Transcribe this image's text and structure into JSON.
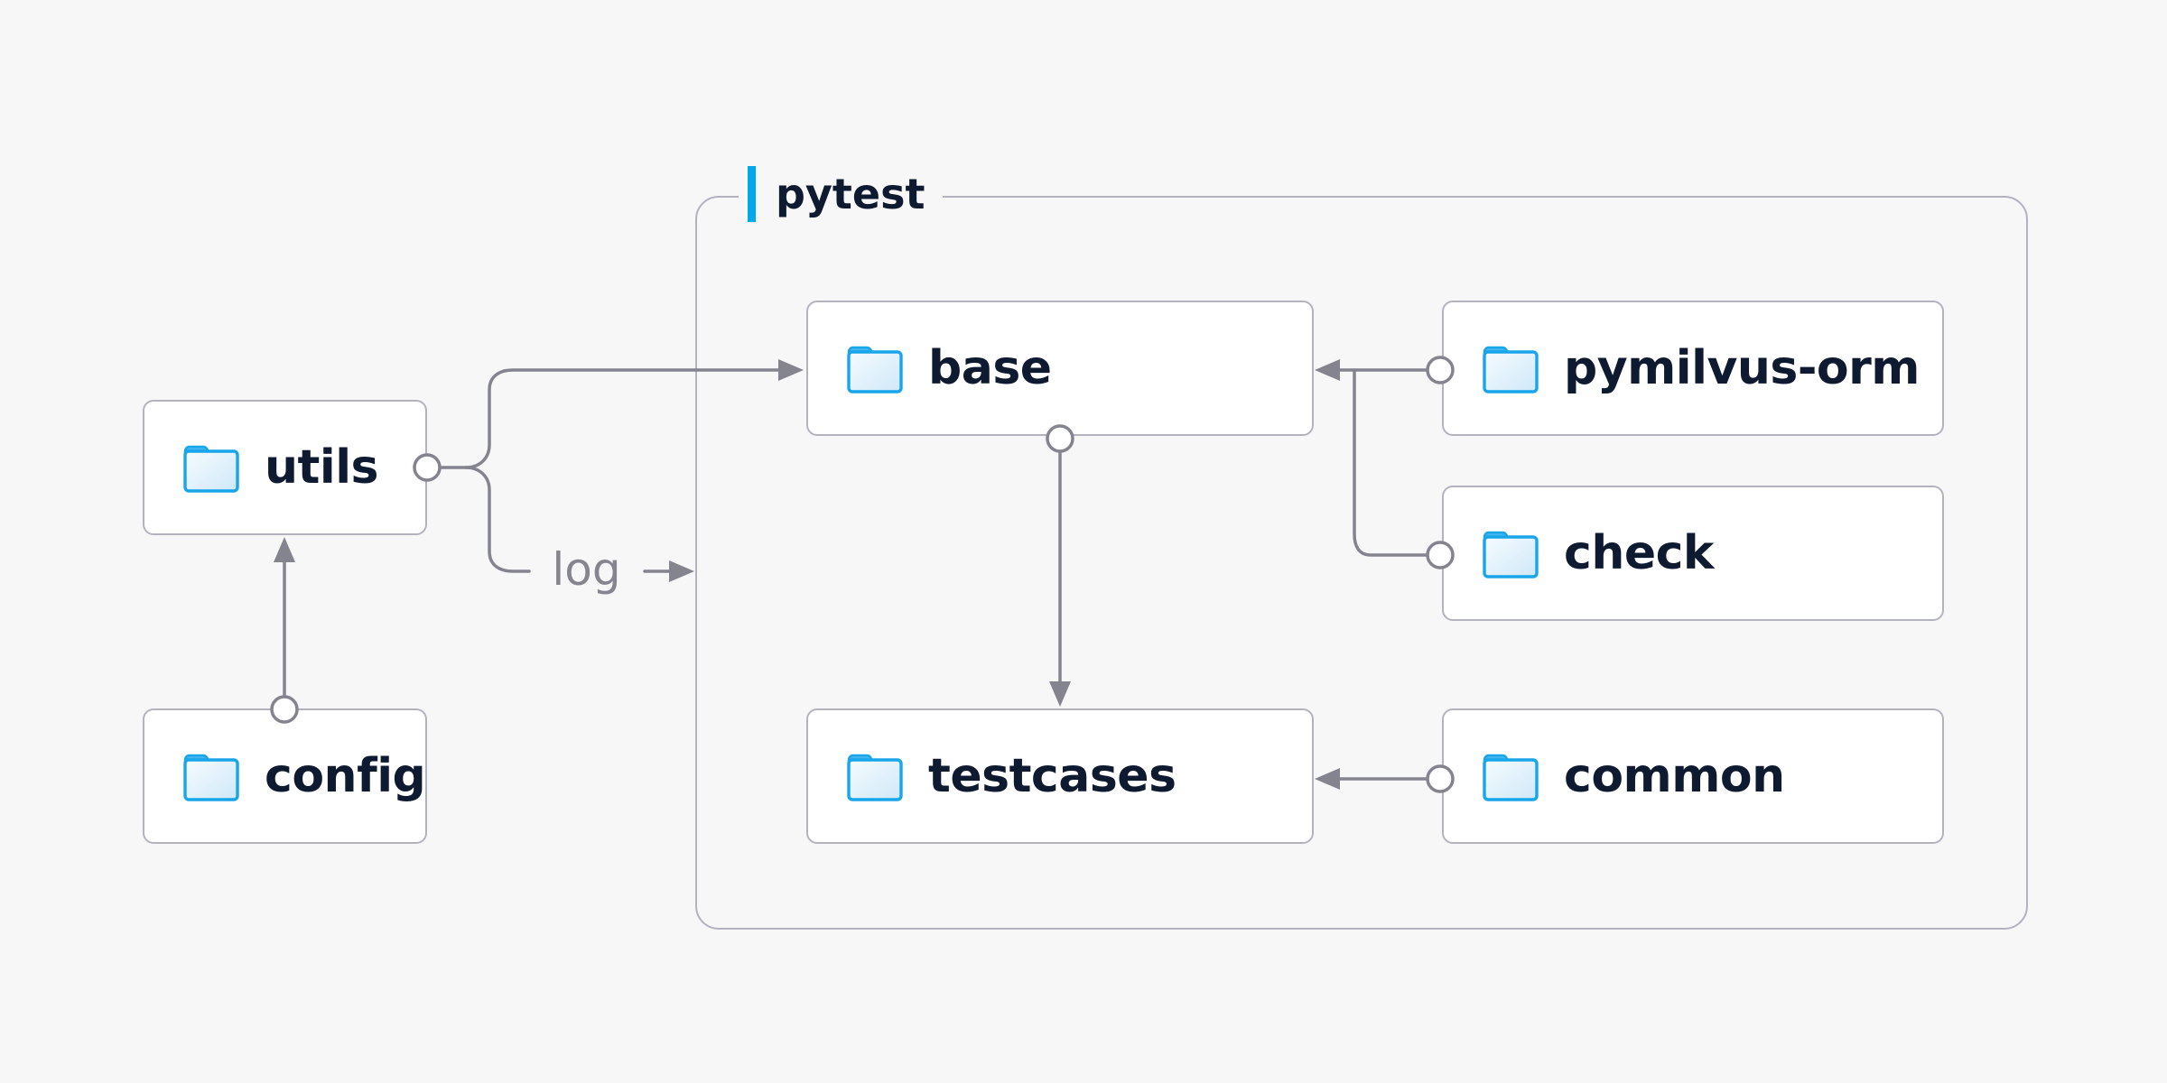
{
  "diagram": {
    "title_group": {
      "label": "pytest"
    },
    "nodes": {
      "utils": {
        "label": "utils"
      },
      "config": {
        "label": "config"
      },
      "base": {
        "label": "base"
      },
      "testcases": {
        "label": "testcases"
      },
      "pymilvus_orm": {
        "label": "pymilvus-orm"
      },
      "check": {
        "label": "check"
      },
      "common": {
        "label": "common"
      }
    },
    "edge_labels": {
      "log": "log"
    },
    "edges": [
      {
        "from": "config",
        "to": "utils"
      },
      {
        "from": "utils",
        "to": "base"
      },
      {
        "from": "utils",
        "to": "log"
      },
      {
        "from": "base",
        "to": "testcases"
      },
      {
        "from": "pymilvus_orm",
        "to": "base"
      },
      {
        "from": "check",
        "to": "base"
      },
      {
        "from": "common",
        "to": "testcases"
      }
    ],
    "colors": {
      "background": "#f7f7f8",
      "box_border": "#b3b3bf",
      "connector_gray": "#84848f",
      "text_dark": "#0e1a30",
      "accent_cyan": "#00a9e9",
      "folder_blue": "#18a5ea",
      "edge_label_gray": "#85858f"
    }
  }
}
